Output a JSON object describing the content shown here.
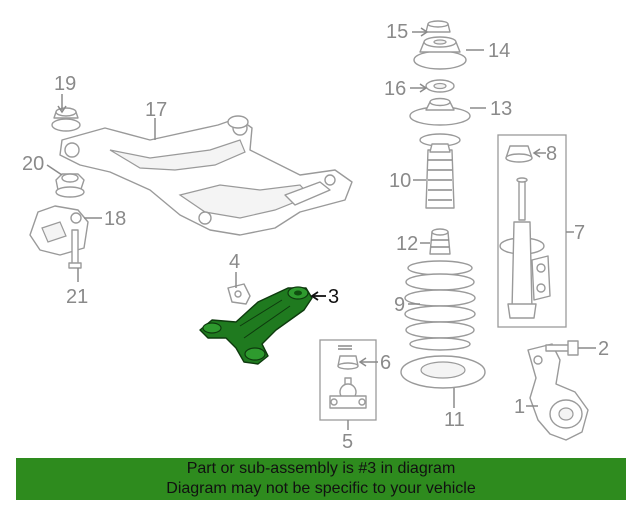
{
  "colors": {
    "highlight_part": "#1f7a1f",
    "banner_bg": "#2e8b1e",
    "line_art": "#9a9a9a",
    "label_text": "#8a8a8a"
  },
  "diagram": {
    "highlighted_label": "3",
    "callouts": [
      {
        "id": "1",
        "label": "1"
      },
      {
        "id": "2",
        "label": "2"
      },
      {
        "id": "3",
        "label": "3"
      },
      {
        "id": "4",
        "label": "4"
      },
      {
        "id": "5",
        "label": "5"
      },
      {
        "id": "6",
        "label": "6"
      },
      {
        "id": "7",
        "label": "7"
      },
      {
        "id": "8",
        "label": "8"
      },
      {
        "id": "9",
        "label": "9"
      },
      {
        "id": "10",
        "label": "10"
      },
      {
        "id": "11",
        "label": "11"
      },
      {
        "id": "12",
        "label": "12"
      },
      {
        "id": "13",
        "label": "13"
      },
      {
        "id": "14",
        "label": "14"
      },
      {
        "id": "15",
        "label": "15"
      },
      {
        "id": "16",
        "label": "16"
      },
      {
        "id": "17",
        "label": "17"
      },
      {
        "id": "18",
        "label": "18"
      },
      {
        "id": "19",
        "label": "19"
      },
      {
        "id": "20",
        "label": "20"
      },
      {
        "id": "21",
        "label": "21"
      }
    ]
  },
  "banner": {
    "line1": "Part or sub-assembly is #3 in diagram",
    "line2": "Diagram may not be specific to your vehicle"
  }
}
